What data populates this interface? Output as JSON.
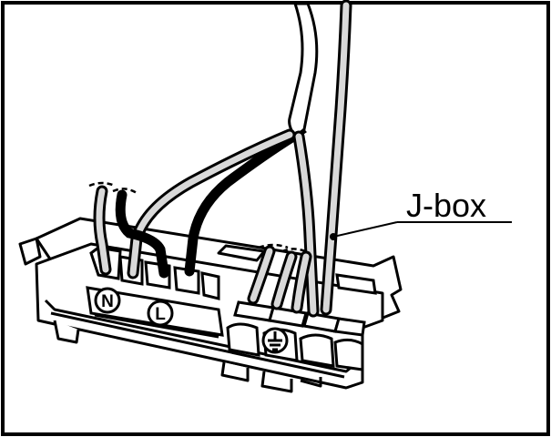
{
  "diagram": {
    "callout_label": "J-box",
    "terminal_marks": {
      "neutral": "N",
      "line": "L"
    },
    "icons": [
      "ground-symbol-icon"
    ],
    "colors": {
      "outline": "#000000",
      "wire_light_fill": "#d9d9d9",
      "wire_dark": "#111111",
      "background": "#ffffff"
    }
  }
}
